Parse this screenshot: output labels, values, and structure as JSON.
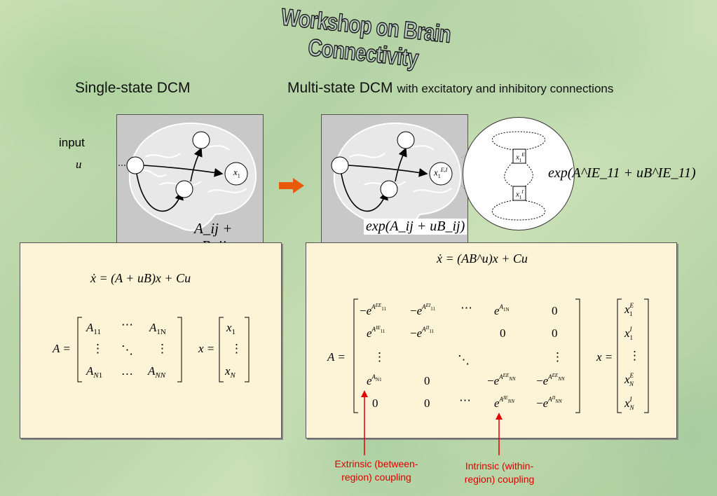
{
  "title": "Workshop on Brain Connectivity",
  "left_header": "Single-state DCM",
  "right_header_main": "Multi-state DCM",
  "right_header_sub": "with excitatory and inhibitory connections",
  "input_label": "input",
  "input_var": "u",
  "left_node_label": "x",
  "left_node_sub": "1",
  "right_node_label": "x",
  "right_node_sub": "1",
  "right_node_sup": "E,I",
  "zoom_node_e": {
    "base": "x",
    "sub": "1",
    "sup": "E"
  },
  "zoom_node_i": {
    "base": "x",
    "sub": "1",
    "sup": "I"
  },
  "left_coupling": "A_ij + uB_ij",
  "right_coupling": "exp(A_ij + uB_ij)",
  "zoom_coupling": "exp(A^IE_11 + uB^IE_11)",
  "left_equation": "ẋ = (A + uB)x + Cu",
  "right_equation": "ẋ = (AB^u)x + Cu",
  "annotations": {
    "extrinsic_line1": "Extrinsic (between-",
    "extrinsic_line2": "region) coupling",
    "intrinsic_line1": "Intrinsic (within-",
    "intrinsic_line2": "region) coupling"
  },
  "colors": {
    "arrow": "#e8590c",
    "annotation": "#e00000",
    "panel": "#fdf3d6"
  }
}
